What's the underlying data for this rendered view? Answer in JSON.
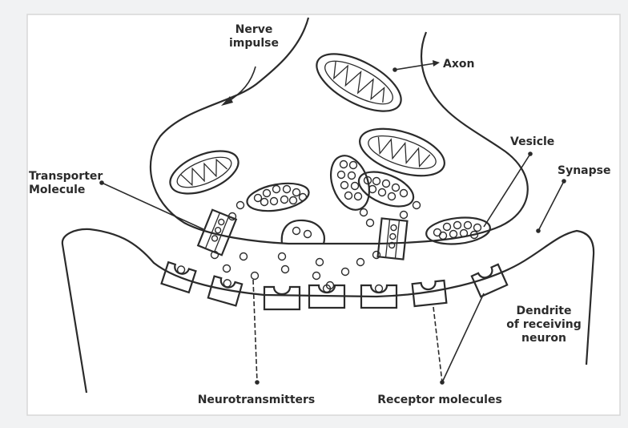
{
  "diagram": {
    "labels": {
      "nerve_impulse_1": "Nerve",
      "nerve_impulse_2": "impulse",
      "axon": "Axon",
      "vesicle": "Vesicle",
      "synapse": "Synapse",
      "transporter_1": "Transporter",
      "transporter_2": "Molecule",
      "dendrite_1": "Dendrite",
      "dendrite_2": "of receiving",
      "dendrite_3": "neuron",
      "neurotransmitters": "Neurotransmitters",
      "receptors": "Receptor molecules"
    },
    "colors": {
      "ink": "#2b2b2b",
      "background": "#f1f2f3",
      "panel": "#ffffff"
    }
  }
}
